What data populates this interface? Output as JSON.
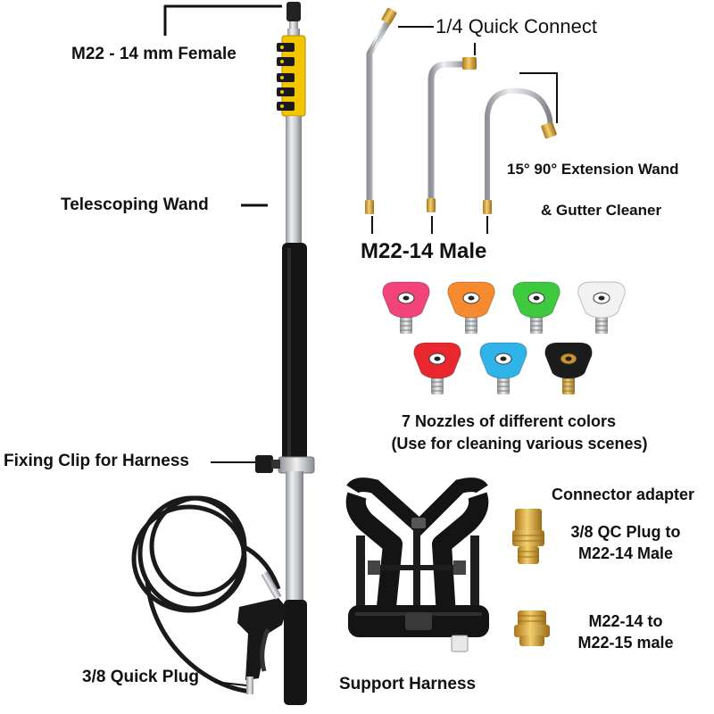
{
  "labels": {
    "female_connector": "M22 - 14 mm Female",
    "telescoping_wand": "Telescoping Wand",
    "fixing_clip": "Fixing Clip for Harness",
    "quick_plug": "3/8  Quick Plug",
    "quick_connect": "1/4 Quick Connect",
    "extension_wand": "15° 90° Extension Wand",
    "gutter_cleaner": "& Gutter Cleaner",
    "male_connector": "M22-14 Male",
    "nozzles_line1": "7 Nozzles of different colors",
    "nozzles_line2": "(Use for cleaning various scenes)",
    "support_harness": "Support Harness",
    "connector_adapter": "Connector adapter",
    "adapter1_line1": "3/8 QC Plug to",
    "adapter1_line2": "M22-14 Male",
    "adapter2_line1": "M22-14 to",
    "adapter2_line2": "M22-15 male"
  },
  "nozzles": [
    {
      "color": "#f0447a",
      "icon": "pink-nozzle-icon"
    },
    {
      "color": "#f58a2e",
      "icon": "orange-nozzle-icon"
    },
    {
      "color": "#3ec93e",
      "icon": "green-nozzle-icon"
    },
    {
      "color": "#f2f2f2",
      "icon": "white-nozzle-icon"
    },
    {
      "color": "#e8282e",
      "icon": "red-nozzle-icon"
    },
    {
      "color": "#2fb3e8",
      "icon": "blue-nozzle-icon"
    },
    {
      "color": "#1c1c1c",
      "icon": "black-nozzle-icon"
    }
  ],
  "colors": {
    "wand_silver": "#c9ccd0",
    "grip_black": "#151515",
    "clamp_yellow": "#f2c500",
    "brass": "#d8a63a"
  }
}
